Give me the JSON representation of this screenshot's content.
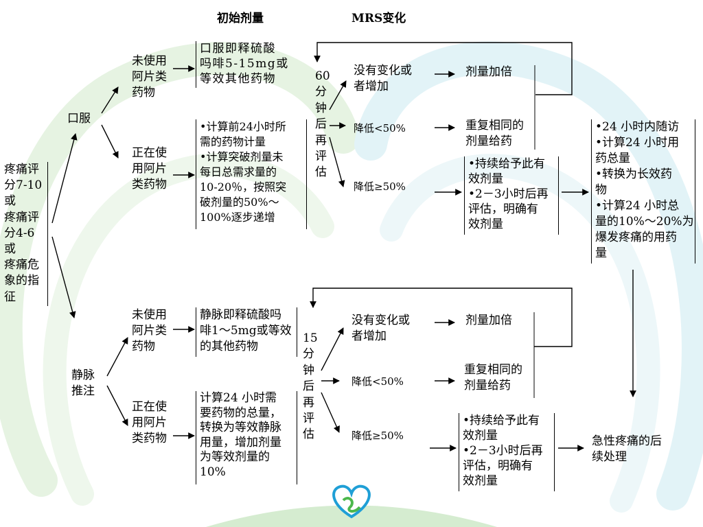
{
  "headers": {
    "initial_dose": "初始剂量",
    "mrs_change": "MRS变化"
  },
  "start": "疼痛评\n分7-10\n或\n疼痛评\n分4-6\n或\n疼痛危\n象的指\n征",
  "oral": {
    "label": "口服",
    "naive": {
      "label": "未使用\n阿片类\n药物",
      "dose": "口服即释硫酸\n吗啡5-15mg或\n等效其他药物"
    },
    "tolerant": {
      "label": "正在使\n用阿片\n类药物",
      "dose": "•计算前24小时所\n需的药物计量\n•计算突破剂量未\n每日总需求量的\n10-20％，按照突\n破剂量的50%～\n100%逐步递增"
    },
    "reassess": "60\n分\n钟\n后\n再\n评\n估",
    "no_change": "没有变化或\n者增加",
    "drop_lt": "降低<50%",
    "drop_ge": "降低≥50%",
    "double": "剂量加倍",
    "repeat": "重复相同的\n剂量给药",
    "continue": "•持续给予此有\n效剂量\n•2－3小时后再\n评估，明确有\n效剂量",
    "followup": "•24 小时内随访\n•计算24 小时用\n药总量\n•转换为长效药\n物\n•计算24 小时总\n量的10%～20%为\n爆发疼痛的用药\n量"
  },
  "iv": {
    "label": "静脉\n推注",
    "naive": {
      "label": "未使用\n阿片类\n药物",
      "dose": "静脉即释硫酸吗\n啡1～5mg或等效\n的其他药物"
    },
    "tolerant": {
      "label": "正在使\n用阿片\n类药物",
      "dose": "计算24 小时需\n要药物的总量，\n转换为等效静脉\n用量，增加剂量\n为等效剂量的\n10%"
    },
    "reassess": "15\n分\n钟\n后\n再\n评\n估",
    "no_change": "没有变化或\n者增加",
    "drop_lt": "降低<50%",
    "drop_ge": "降低≥50%",
    "double": "剂量加倍",
    "repeat": "重复相同的\n剂量给药",
    "continue": "•持续给予此有\n效剂量\n•2－3小时后再\n评估，明确有\n效剂量"
  },
  "final": "急性疼痛的后\n续处理",
  "colors": {
    "bg_shape_green": "#e3f2df",
    "bg_shape_blue": "#dff3f7",
    "logo_blue": "#1f9fd6",
    "logo_green": "#4cb84c"
  },
  "logo_icon": "heart-logo-icon"
}
